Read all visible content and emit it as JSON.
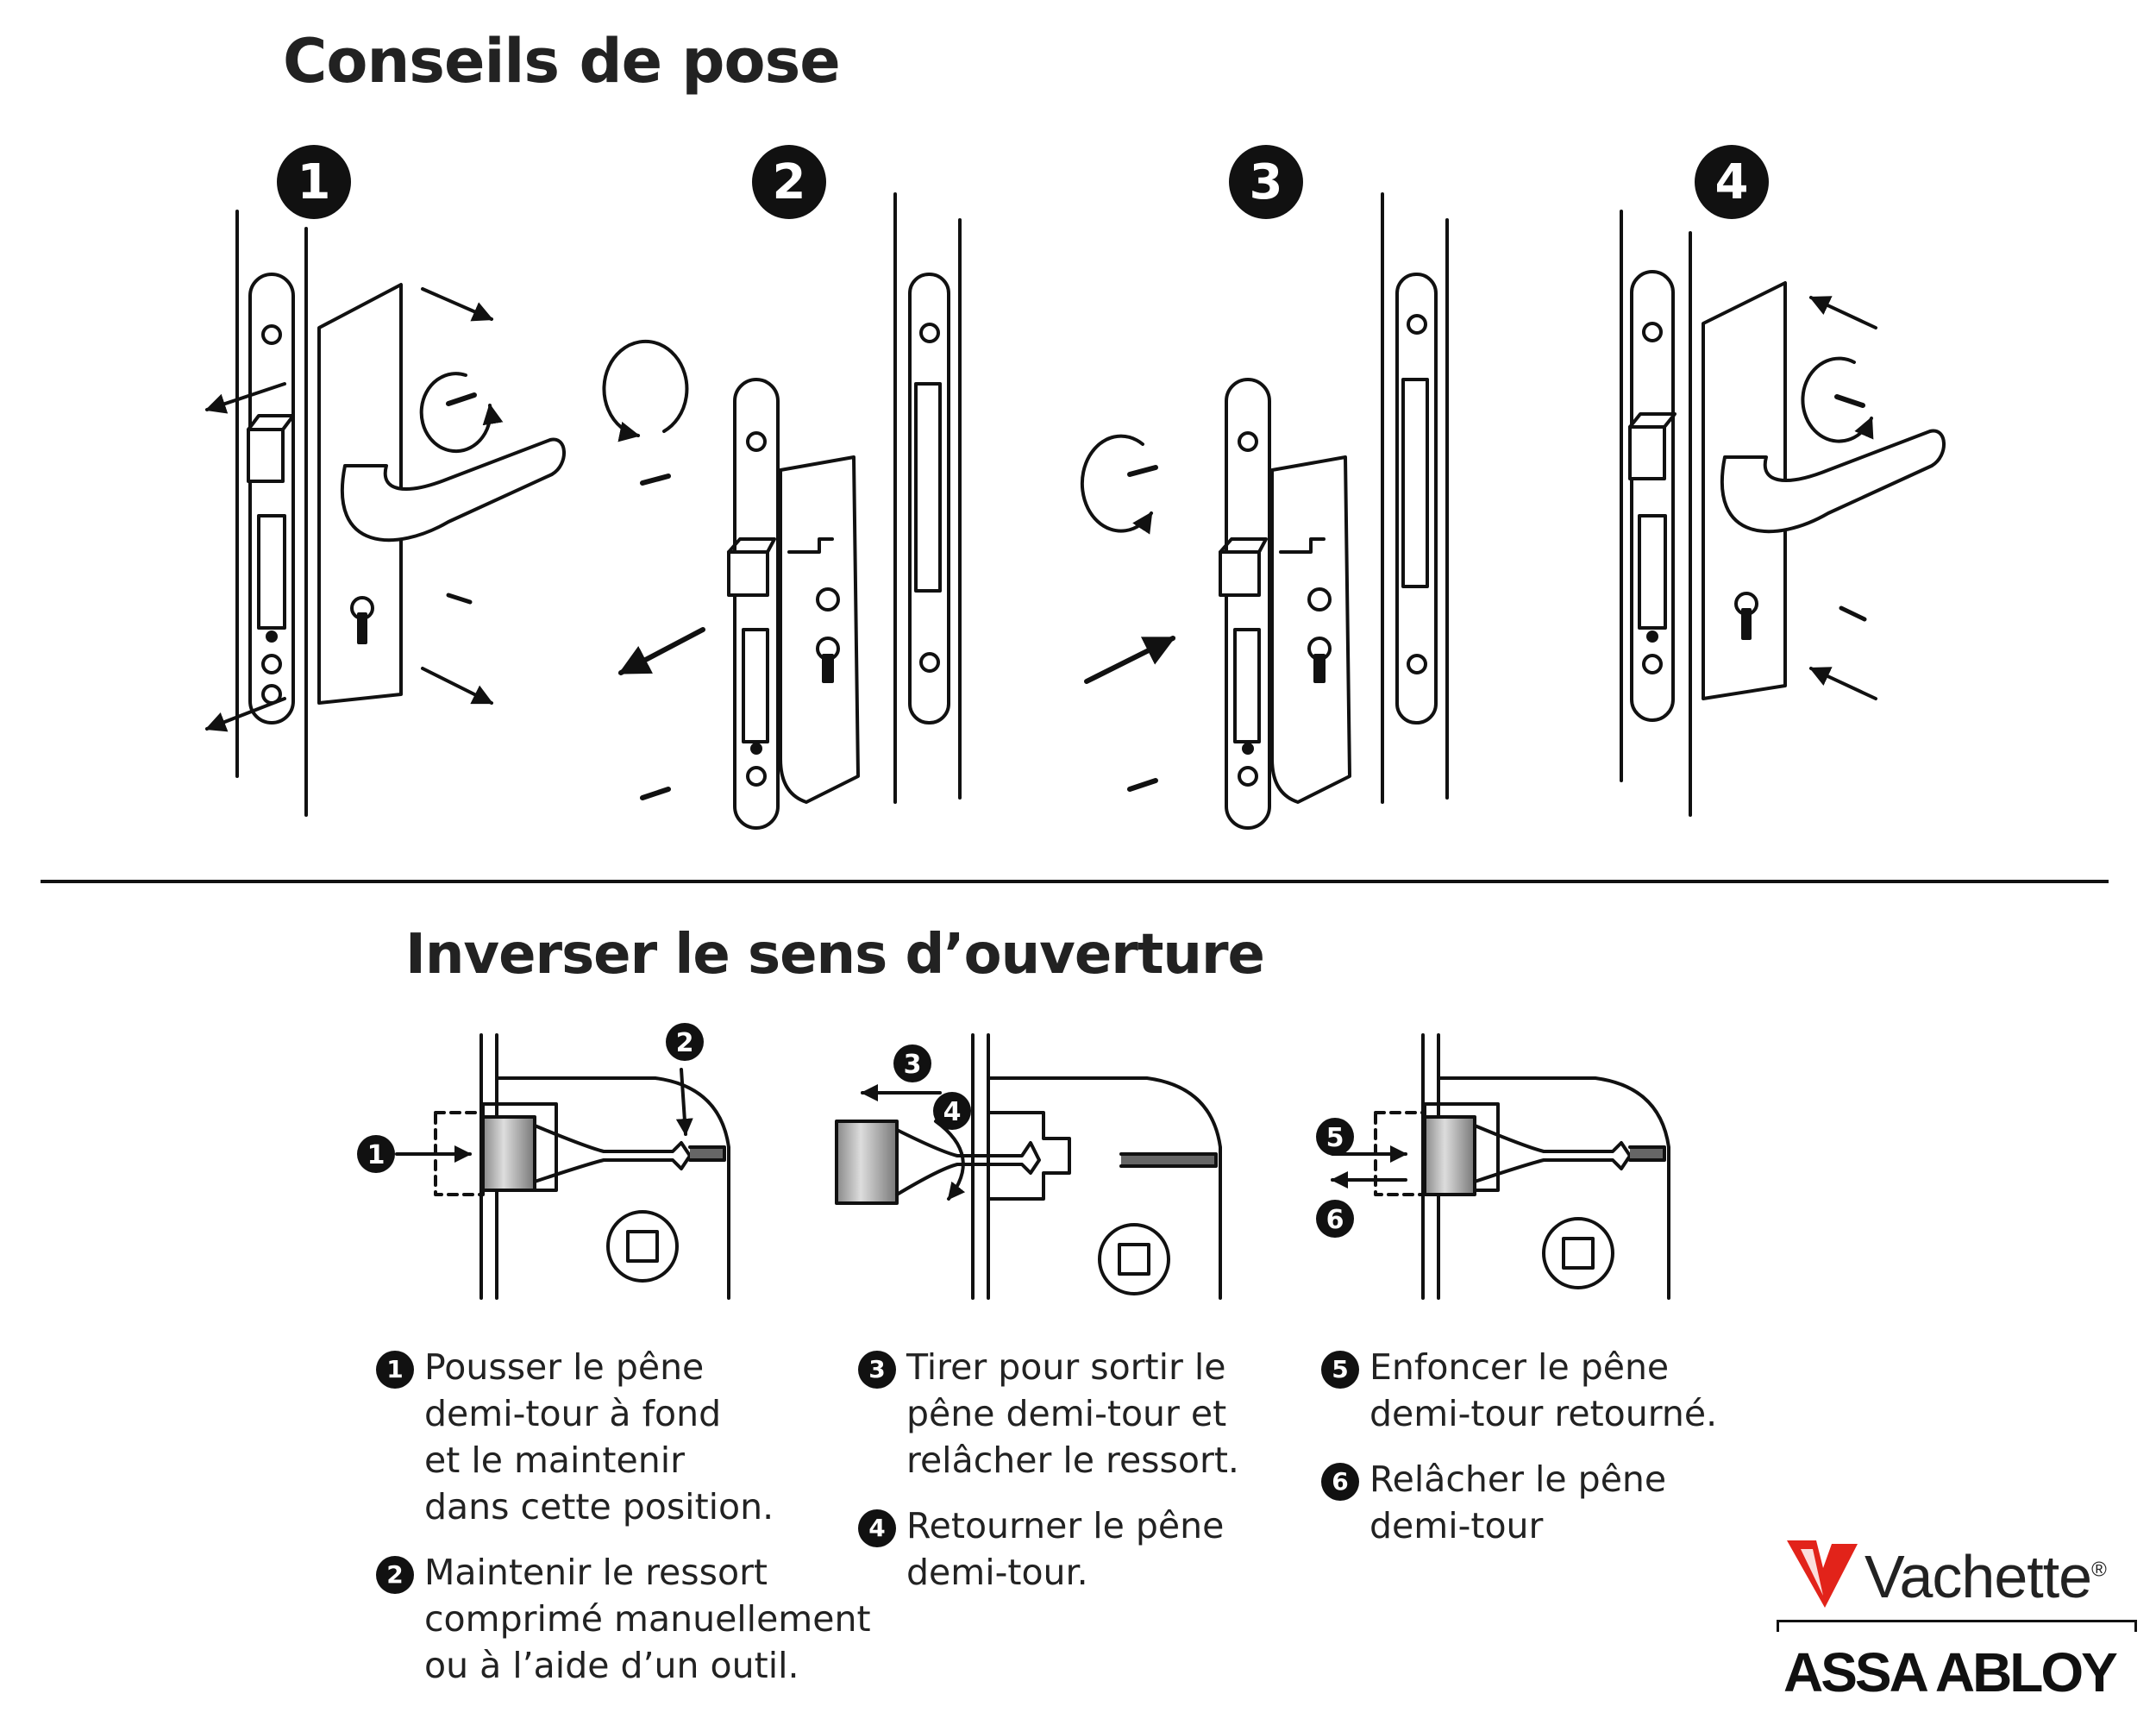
{
  "section1": {
    "title": "Conseils de pose",
    "steps": [
      "1",
      "2",
      "3",
      "4"
    ]
  },
  "section2": {
    "title": "Inverser le sens d’ouverture",
    "figure_markers": [
      "1",
      "2",
      "3",
      "4",
      "5",
      "6"
    ],
    "instructions": [
      {
        "items": [
          {
            "num": "1",
            "lines": [
              "Pousser le pêne",
              "demi-tour à fond",
              "et le maintenir",
              "dans cette position."
            ]
          },
          {
            "num": "2",
            "lines": [
              "Maintenir le ressort",
              "comprimé manuellement",
              "ou à l’aide d’un outil."
            ]
          }
        ]
      },
      {
        "items": [
          {
            "num": "3",
            "lines": [
              "Tirer pour sortir le",
              "pêne demi-tour et",
              "relâcher le ressort."
            ]
          },
          {
            "num": "4",
            "lines": [
              "Retourner le pêne",
              "demi-tour."
            ]
          }
        ]
      },
      {
        "items": [
          {
            "num": "5",
            "lines": [
              "Enfoncer le pêne",
              "demi-tour retourné."
            ]
          },
          {
            "num": "6",
            "lines": [
              "Relâcher le pêne",
              "demi-tour"
            ]
          }
        ]
      }
    ]
  },
  "brand": {
    "name": "Vachette",
    "registered": "®",
    "group": "ASSA ABLOY",
    "accent_color": "#e2231a"
  }
}
